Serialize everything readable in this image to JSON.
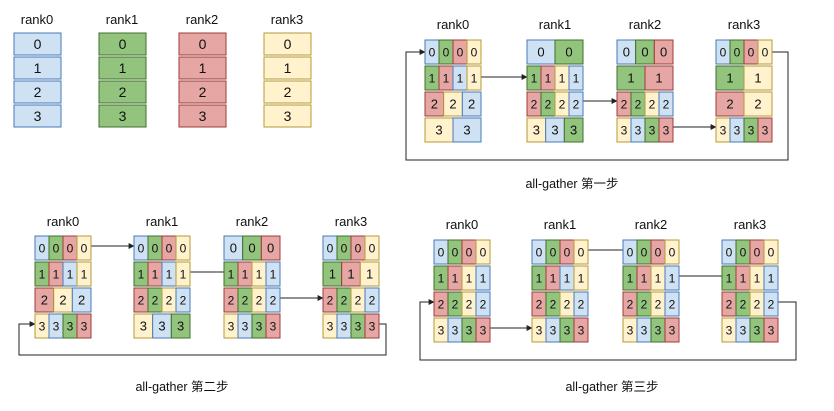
{
  "colors": {
    "blue": {
      "fill": "#cfe2f3",
      "stroke": "#4a79b8"
    },
    "green": {
      "fill": "#93c47d",
      "stroke": "#3f6f2a"
    },
    "red": {
      "fill": "#e6a6a4",
      "stroke": "#9e3c38"
    },
    "yellow": {
      "fill": "#fff2cc",
      "stroke": "#b59a3a"
    },
    "line": "#222222"
  },
  "rank_labels": [
    "rank0",
    "rank1",
    "rank2",
    "rank3"
  ],
  "initial_state": {
    "ranks": [
      {
        "color": "blue",
        "chunks": [
          "0",
          "1",
          "2",
          "3"
        ]
      },
      {
        "color": "green",
        "chunks": [
          "0",
          "1",
          "2",
          "3"
        ]
      },
      {
        "color": "red",
        "chunks": [
          "0",
          "1",
          "2",
          "3"
        ]
      },
      {
        "color": "yellow",
        "chunks": [
          "0",
          "1",
          "2",
          "3"
        ]
      }
    ]
  },
  "steps": [
    {
      "caption": "all-gather 第一步",
      "ranks": [
        "rank0",
        "rank1",
        "rank2",
        "rank3"
      ]
    },
    {
      "caption": "all-gather 第二步",
      "ranks": [
        "rank0",
        "rank1",
        "rank2",
        "rank3"
      ]
    },
    {
      "caption": "all-gather 第三步",
      "ranks": [
        "rank0",
        "rank1",
        "rank2",
        "rank3"
      ]
    }
  ]
}
